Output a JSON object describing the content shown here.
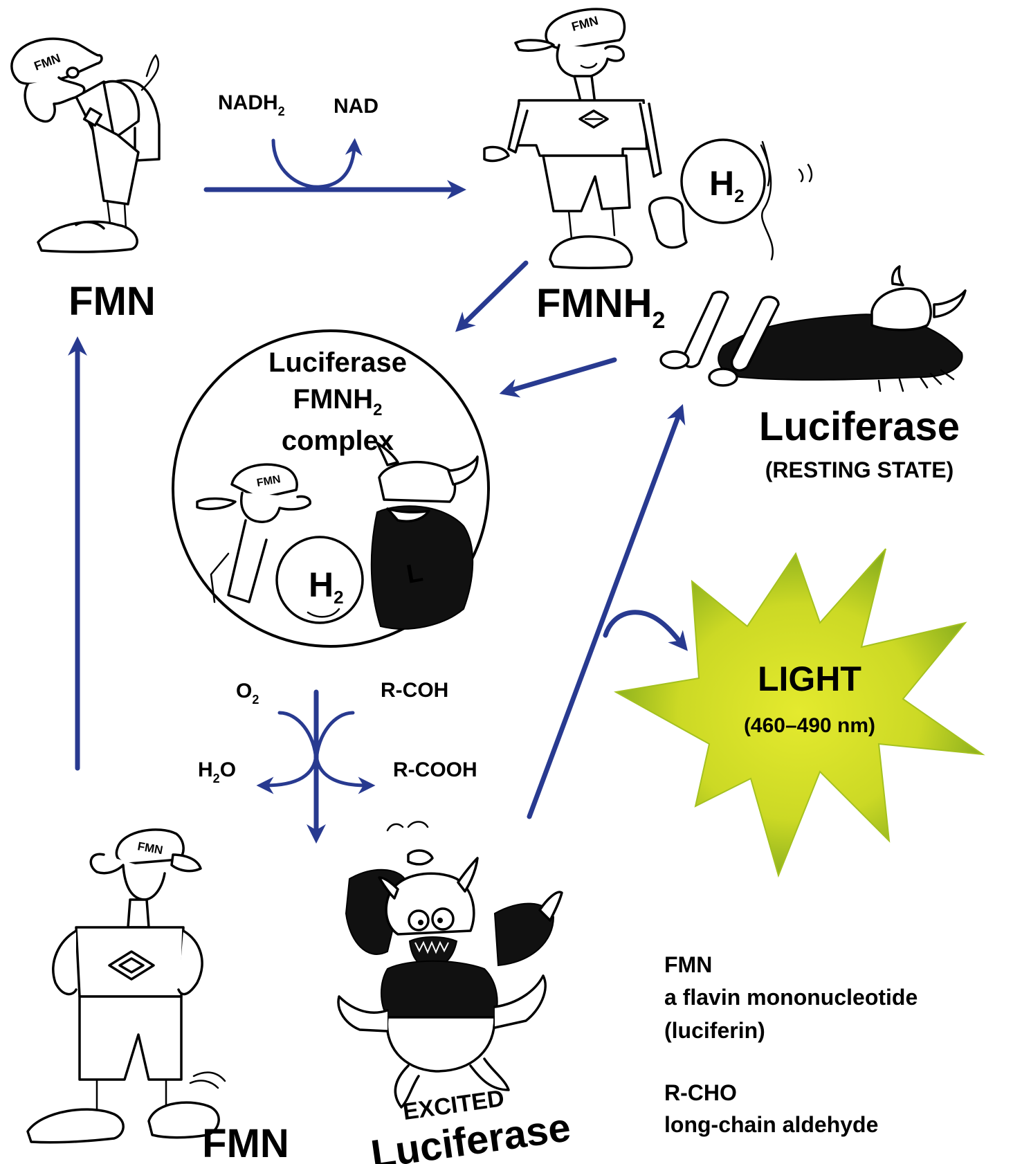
{
  "labels": {
    "fmn_top": "FMN",
    "fmnh2_base": "FMNH",
    "fmnh2_sub": "2",
    "luciferase_resting": "Luciferase",
    "resting_state": "(RESTING STATE)",
    "complex_line1": "Luciferase",
    "complex_line2_base": "FMNH",
    "complex_line2_sub": "2",
    "complex_line3": "complex",
    "nadh2_base": "NADH",
    "nadh2_sub": "2",
    "nad": "NAD",
    "o2_base": "O",
    "o2_sub": "2",
    "r_coh": "R-COH",
    "h2o_h": "H",
    "h2o_sub": "2",
    "h2o_o": "O",
    "r_cooh": "R-COOH",
    "excited": "EXCITED",
    "luciferase_excited": "Luciferase",
    "fmn_bottom": "FMN",
    "light": "LIGHT",
    "wavelength": "(460–490 nm)",
    "hat_text": "FMN",
    "h2_ball_base": "H",
    "h2_ball_sub": "2",
    "shirt_letter": "L"
  },
  "legend": {
    "item1_term": "FMN",
    "item1_desc1": "a flavin mononucleotide",
    "item1_desc2": "(luciferin)",
    "item2_term": "R-CHO",
    "item2_desc": "long-chain aldehyde"
  },
  "colors": {
    "arrow": "#283a90",
    "burst_center": "#dde52a",
    "burst_edge": "#7fa81c",
    "ink": "#000000"
  }
}
